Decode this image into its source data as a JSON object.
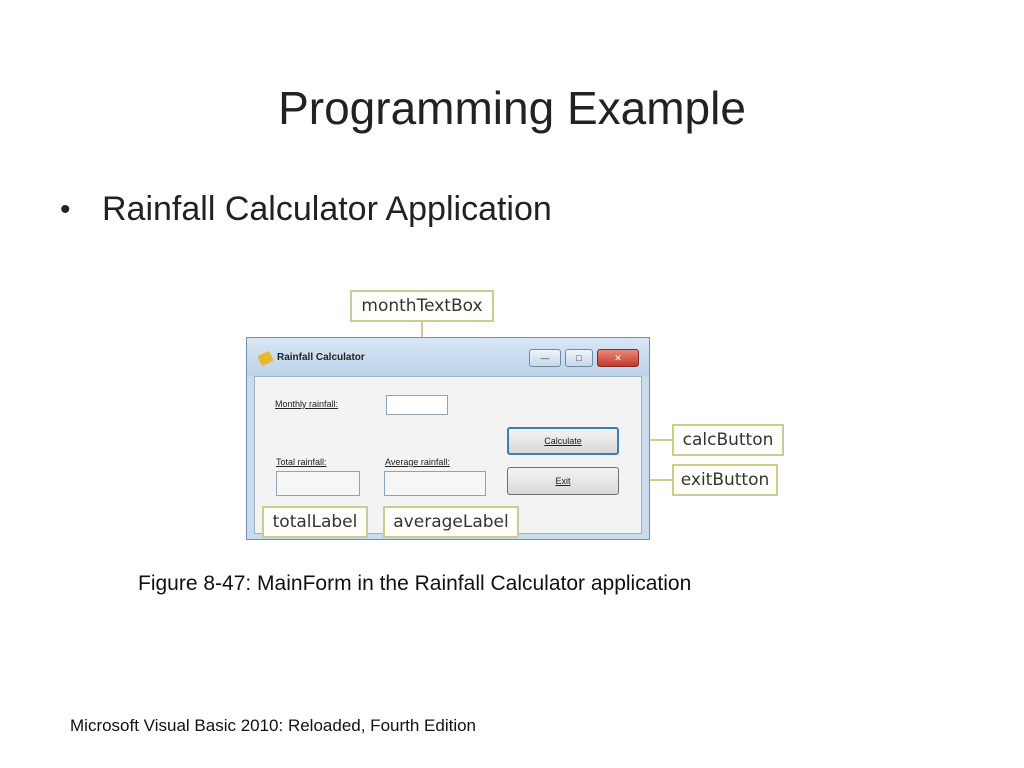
{
  "slide": {
    "title": "Programming Example",
    "bullet_marker": "•",
    "bullet_text": "Rainfall Calculator Application",
    "caption": "Figure 8-47: MainForm in the Rainfall Calculator application",
    "footer": "Microsoft Visual Basic 2010: Reloaded, Fourth Edition"
  },
  "figure": {
    "window_title": "Rainfall Calculator",
    "minimize_glyph": "—",
    "maximize_glyph": "□",
    "close_glyph": "✕",
    "monthly_label": "Monthly rainfall:",
    "total_label": "Total rainfall:",
    "average_label": "Average rainfall:",
    "calculate_button": "Calculate",
    "exit_button": "Exit",
    "callouts": {
      "month_textbox": "monthTextBox",
      "calc_button": "calcButton",
      "exit_button": "exitButton",
      "total_label": "totalLabel",
      "average_label": "averageLabel"
    }
  },
  "colors": {
    "callout_border": "#cfcb8e",
    "window_frame": "#c9ddef",
    "focus_border": "#3c7fb1"
  }
}
